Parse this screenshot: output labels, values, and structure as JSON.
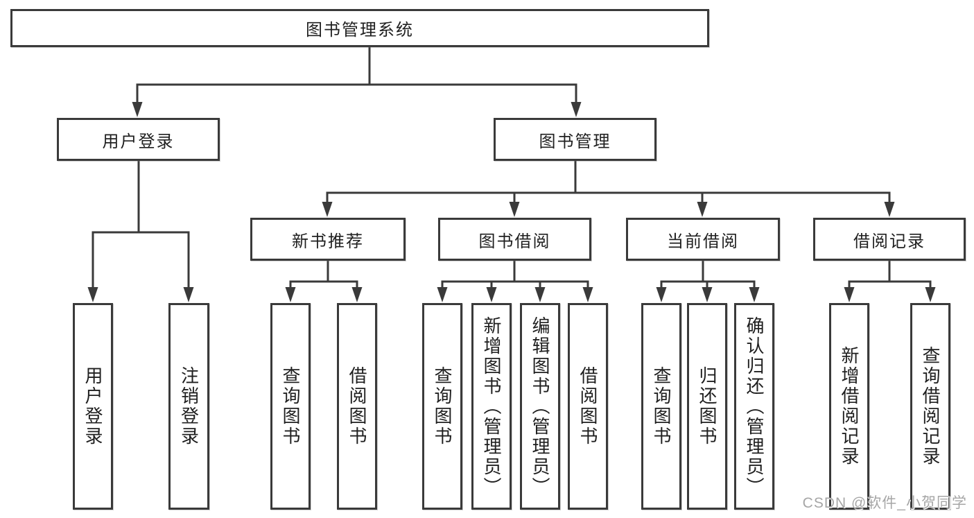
{
  "diagram": {
    "title": {
      "label": "图书管理系统"
    },
    "level2": [
      {
        "id": "user-login",
        "label": "用户登录"
      },
      {
        "id": "book-management",
        "label": "图书管理"
      }
    ],
    "level3": [
      {
        "id": "new-book-recommend",
        "label": "新书推荐"
      },
      {
        "id": "book-borrow",
        "label": "图书借阅"
      },
      {
        "id": "current-borrow",
        "label": "当前借阅"
      },
      {
        "id": "borrow-record",
        "label": "借阅记录"
      }
    ],
    "leaves": [
      {
        "id": "user-login-leaf",
        "parent": "user-login",
        "label": "用户登录"
      },
      {
        "id": "logout",
        "parent": "user-login",
        "label": "注销登录"
      },
      {
        "id": "query-books-recommend",
        "parent": "new-book-recommend",
        "label": "查询图书"
      },
      {
        "id": "borrow-books-recommend",
        "parent": "new-book-recommend",
        "label": "借阅图书"
      },
      {
        "id": "query-books-borrow",
        "parent": "book-borrow",
        "label": "查询图书"
      },
      {
        "id": "add-books-admin",
        "parent": "book-borrow",
        "label": "新增图书（管理员）"
      },
      {
        "id": "edit-books-admin",
        "parent": "book-borrow",
        "label": "编辑图书（管理员）"
      },
      {
        "id": "borrow-books",
        "parent": "book-borrow",
        "label": "借阅图书"
      },
      {
        "id": "query-books-current",
        "parent": "current-borrow",
        "label": "查询图书"
      },
      {
        "id": "return-books",
        "parent": "current-borrow",
        "label": "归还图书"
      },
      {
        "id": "confirm-return-admin",
        "parent": "current-borrow",
        "label": "确认归还（管理员）"
      },
      {
        "id": "add-borrow-record",
        "parent": "borrow-record",
        "label": "新增借阅记录"
      },
      {
        "id": "query-borrow-record",
        "parent": "borrow-record",
        "label": "查询借阅记录"
      }
    ]
  },
  "watermark": {
    "text": "CSDN @软件_小贺同学"
  },
  "colors": {
    "line": "#3a3a3a",
    "text": "#1f1f1f",
    "background": "#ffffff",
    "watermark": "#a6a6a6"
  }
}
